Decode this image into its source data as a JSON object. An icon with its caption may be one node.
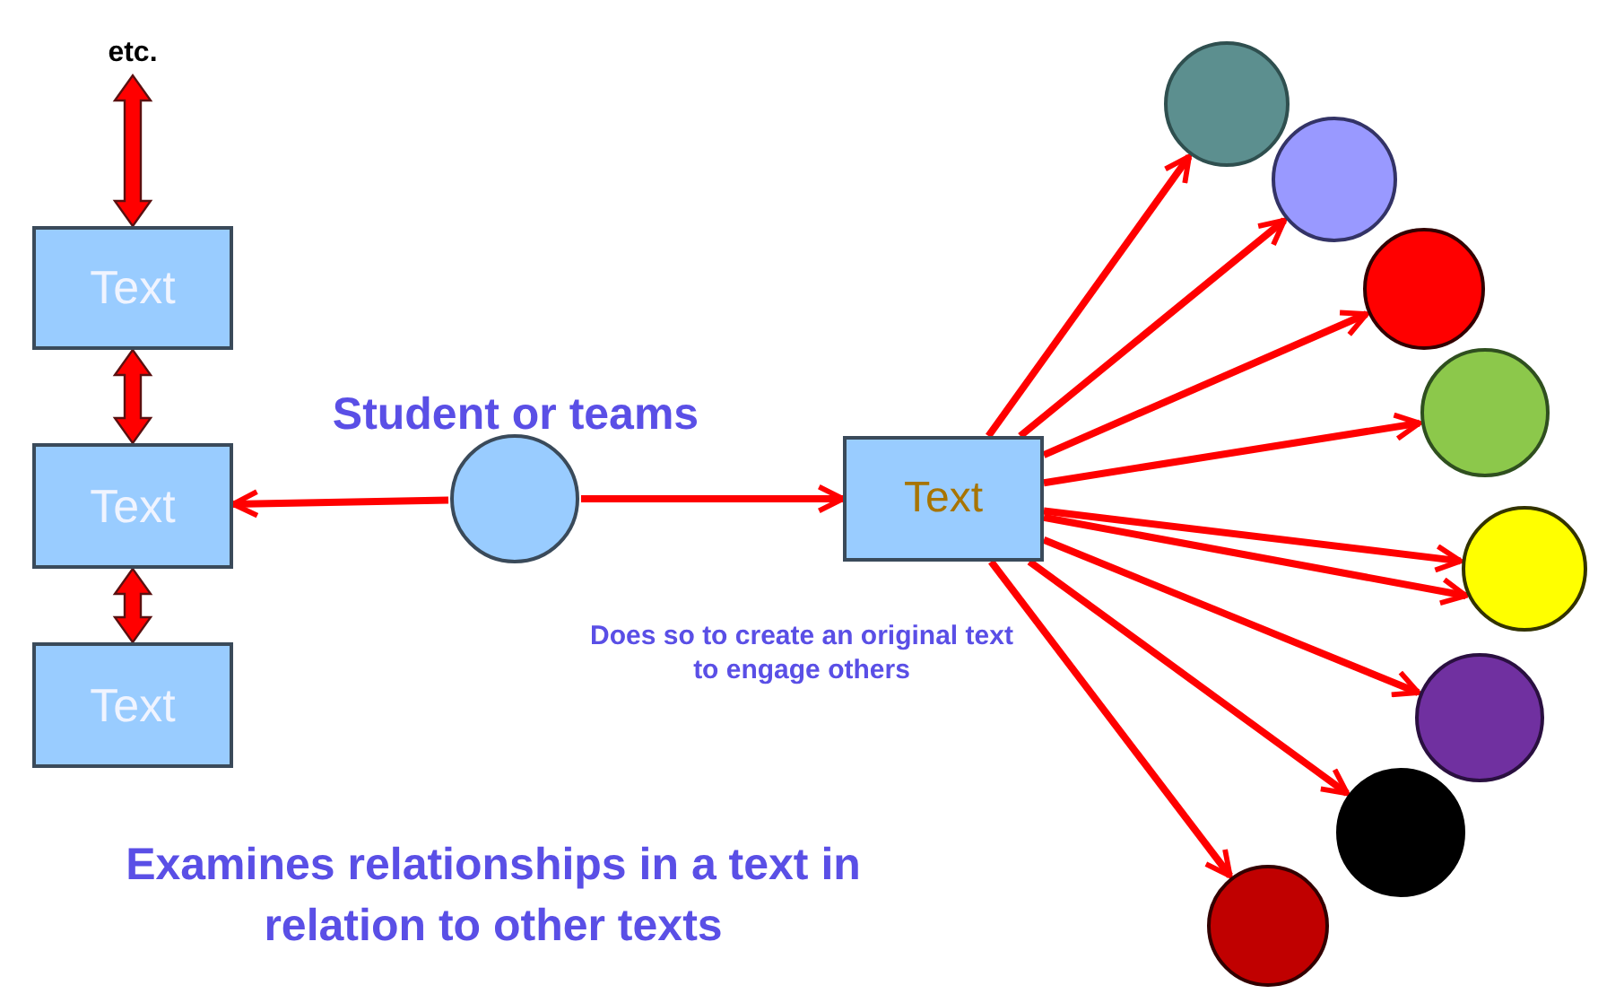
{
  "diagram": {
    "nodes": [
      {
        "text": [
          "etc."
        ]
      },
      {
        "text": [
          "Text"
        ]
      },
      {
        "text": [
          "Text"
        ]
      },
      {
        "text": [
          "Text"
        ]
      },
      {
        "text": [],
        "shape": "circle",
        "beside": [
          "Student or teams"
        ]
      },
      {
        "text": [
          "Text"
        ],
        "beside": [
          "Does so to create an original text to engage others"
        ]
      },
      {
        "text": [],
        "shape": "circle"
      },
      {
        "text": [],
        "shape": "circle"
      },
      {
        "text": [],
        "shape": "circle"
      },
      {
        "text": [],
        "shape": "circle"
      },
      {
        "text": [],
        "shape": "circle"
      },
      {
        "text": [],
        "shape": "circle"
      },
      {
        "text": [],
        "shape": "circle"
      },
      {
        "text": [],
        "shape": "circle"
      }
    ],
    "edges": [
      {
        "from": 1,
        "to": 0,
        "arrow": "both",
        "style": "thick"
      },
      {
        "from": 1,
        "to": 2,
        "arrow": "both",
        "style": "thick"
      },
      {
        "from": 2,
        "to": 3,
        "arrow": "both",
        "style": "thick"
      },
      {
        "from": 4,
        "to": 2,
        "arrow": "to"
      },
      {
        "from": 4,
        "to": 5,
        "arrow": "to"
      },
      {
        "from": 5,
        "to": 6,
        "arrow": "to"
      },
      {
        "from": 5,
        "to": 7,
        "arrow": "to"
      },
      {
        "from": 5,
        "to": 8,
        "arrow": "to"
      },
      {
        "from": 5,
        "to": 9,
        "arrow": "to"
      },
      {
        "from": 5,
        "to": 10,
        "arrow": "to"
      },
      {
        "from": 5,
        "to": 10,
        "arrow": "to"
      },
      {
        "from": 5,
        "to": 11,
        "arrow": "to"
      },
      {
        "from": 5,
        "to": 12,
        "arrow": "to"
      },
      {
        "from": 5,
        "to": 13,
        "arrow": "to"
      }
    ],
    "labels": [
      "Examines relationships in a text in relation to other texts"
    ]
  }
}
